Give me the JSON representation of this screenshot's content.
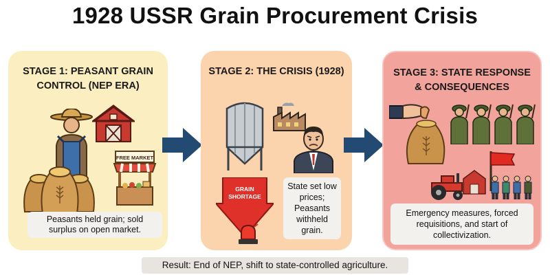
{
  "title": "1928 USSR Grain Procurement Crisis",
  "stages": [
    {
      "heading": "STAGE 1: PEASANT GRAIN CONTROL (NEP ERA)",
      "sign": "FREE MARKET",
      "caption": "Peasants held grain; sold surplus on open market."
    },
    {
      "heading": "STAGE 2: THE CRISIS (1928)",
      "sign": "GRAIN SHORTAGE",
      "caption": "State set low prices; Peasants withheld grain."
    },
    {
      "heading": "STAGE 3: STATE RESPONSE & CONSEQUENCES",
      "caption": "Emergency measures, forced requisitions, and start of collectivization."
    }
  ],
  "result": "Result: End of NEP, shift to state-controlled agriculture.",
  "colors": {
    "stage1_bg": "#fbeec0",
    "stage2_bg": "#fbd3ad",
    "stage3_bg": "#f2a39c",
    "arrow": "#234a72",
    "alarm_red": "#e0302a"
  },
  "icons": [
    "farmer-icon",
    "barn-icon",
    "grain-sacks-icon",
    "market-stall-icon",
    "silo-icon",
    "factory-icon",
    "worried-official-icon",
    "shortage-arrow-icon",
    "siren-icon",
    "hand-with-sack-icon",
    "soldiers-icon",
    "tractor-icon",
    "collective-farm-icon",
    "red-flag-icon"
  ]
}
